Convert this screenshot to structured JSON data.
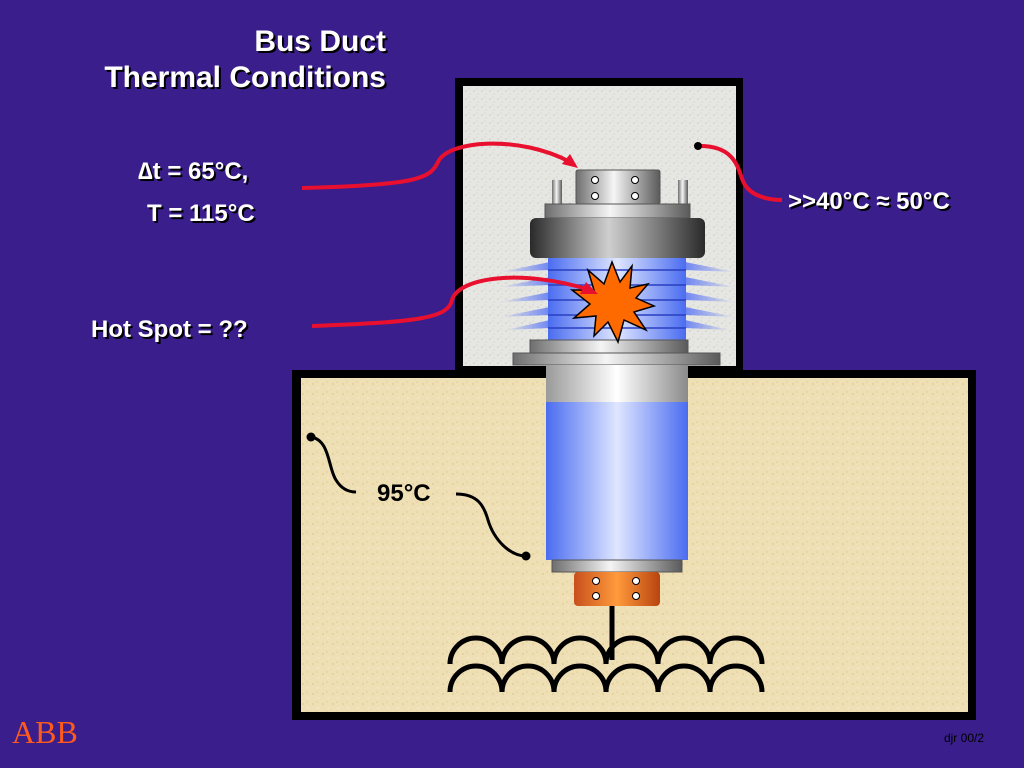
{
  "title": {
    "line1": "Bus Duct",
    "line2": "Thermal Conditions"
  },
  "labels": {
    "delta_t": "∆t = 65°C,",
    "temp_t": "T = 115°C",
    "ambient": ">>40°C ≈ 50°C",
    "hot_spot": "Hot Spot = ??",
    "enclosure_temp": "95°C"
  },
  "footer": {
    "logo": "ABB",
    "ref": "djr 00/2"
  },
  "colors": {
    "background": "#3a1e8c",
    "leader": "#e8102e",
    "hot_spot": "#ff6a00",
    "logo": "#ff5a1e"
  }
}
